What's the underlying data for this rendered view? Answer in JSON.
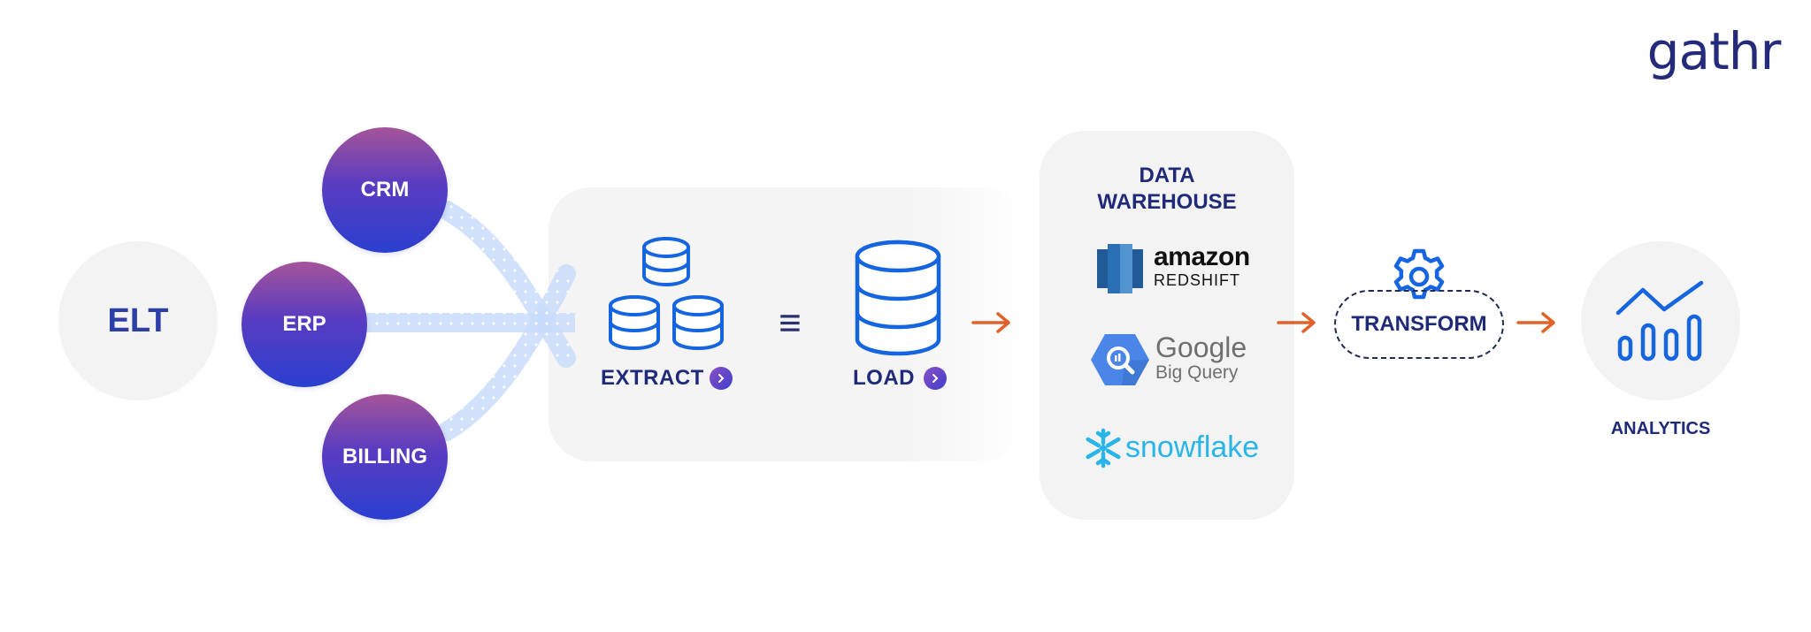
{
  "brand": {
    "name": "gathr"
  },
  "elt": {
    "label": "ELT"
  },
  "sources": [
    {
      "label": "CRM"
    },
    {
      "label": "ERP"
    },
    {
      "label": "BILLING"
    }
  ],
  "extract_load": {
    "extract_label": "EXTRACT",
    "load_label": "LOAD",
    "equals_symbol": "≡"
  },
  "data_warehouse": {
    "title_line1": "DATA",
    "title_line2": "WAREHOUSE",
    "logos": {
      "redshift": {
        "line1": "amazon",
        "line2": "REDSHIFT"
      },
      "bigquery": {
        "line1": "Google",
        "line2": "Big Query"
      },
      "snowflake": {
        "text": "snowflake"
      }
    }
  },
  "transform": {
    "label": "TRANSFORM"
  },
  "analytics": {
    "label": "ANALYTICS"
  },
  "colors": {
    "navy": "#1f2a78",
    "icon_blue": "#1565e0",
    "arrow_orange": "#e0622a",
    "panel_gray": "#f3f3f4",
    "flow_light_blue": "#c9dcfa",
    "redshift_blue": "#2b6fb5",
    "bigquery_blue": "#4a86e8",
    "snowflake_cyan": "#29b5e8"
  }
}
